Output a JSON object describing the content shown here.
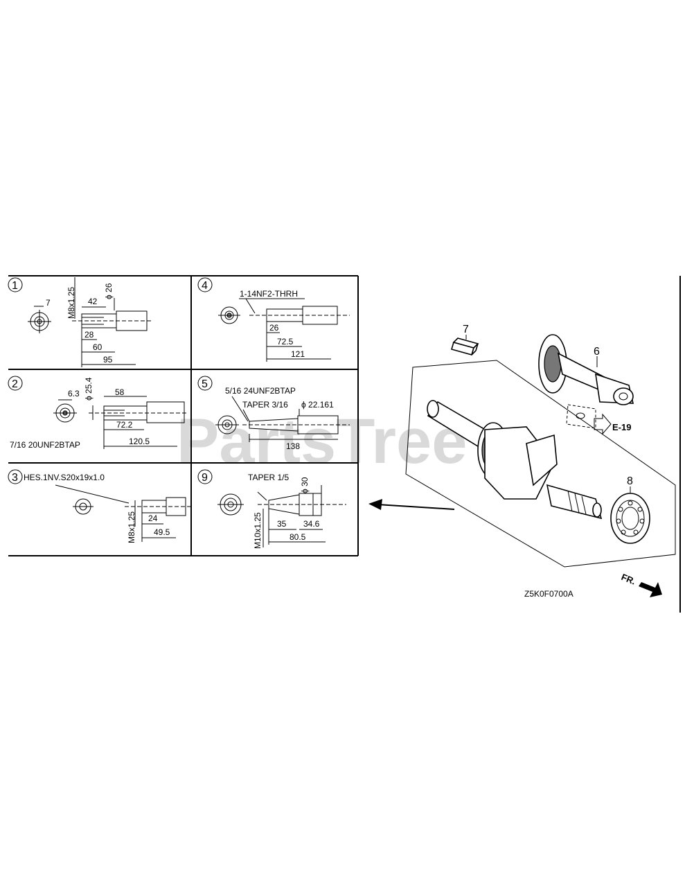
{
  "watermark": "PartsTree",
  "ref_code": "Z5K0F0700A",
  "fr_label": "FR.",
  "e_ref": "E-19",
  "panels": [
    {
      "no": "1",
      "labels": {
        "thread": "M8x1.25",
        "d": "ϕ 26",
        "a": "7",
        "b": "42",
        "c": "28",
        "e": "60",
        "f": "95"
      }
    },
    {
      "no": "2",
      "labels": {
        "d": "ϕ 25.4",
        "a": "6.3",
        "b": "58",
        "c": "72.2",
        "e": "120.5",
        "tap": "7/16 20UNF2BTAP"
      }
    },
    {
      "no": "3",
      "labels": {
        "spline": "HES.1NV.S20x19x1.0",
        "thread": "M8x1.25",
        "a": "24",
        "b": "49.5"
      }
    },
    {
      "no": "4",
      "labels": {
        "thread": "1-14NF2-THRH",
        "a": "26",
        "b": "72.5",
        "c": "121"
      }
    },
    {
      "no": "5",
      "labels": {
        "tap": "5/16 24UNF2BTAP",
        "taper": "TAPER 3/16",
        "d": "ϕ 22.161",
        "a": "138"
      }
    },
    {
      "no": "9",
      "labels": {
        "taper": "TAPER 1/5",
        "d": "ϕ 30",
        "thread": "M10x1.25",
        "a": "35",
        "b": "34.6",
        "c": "80.5"
      }
    }
  ],
  "callouts": [
    "7",
    "6",
    "8"
  ]
}
